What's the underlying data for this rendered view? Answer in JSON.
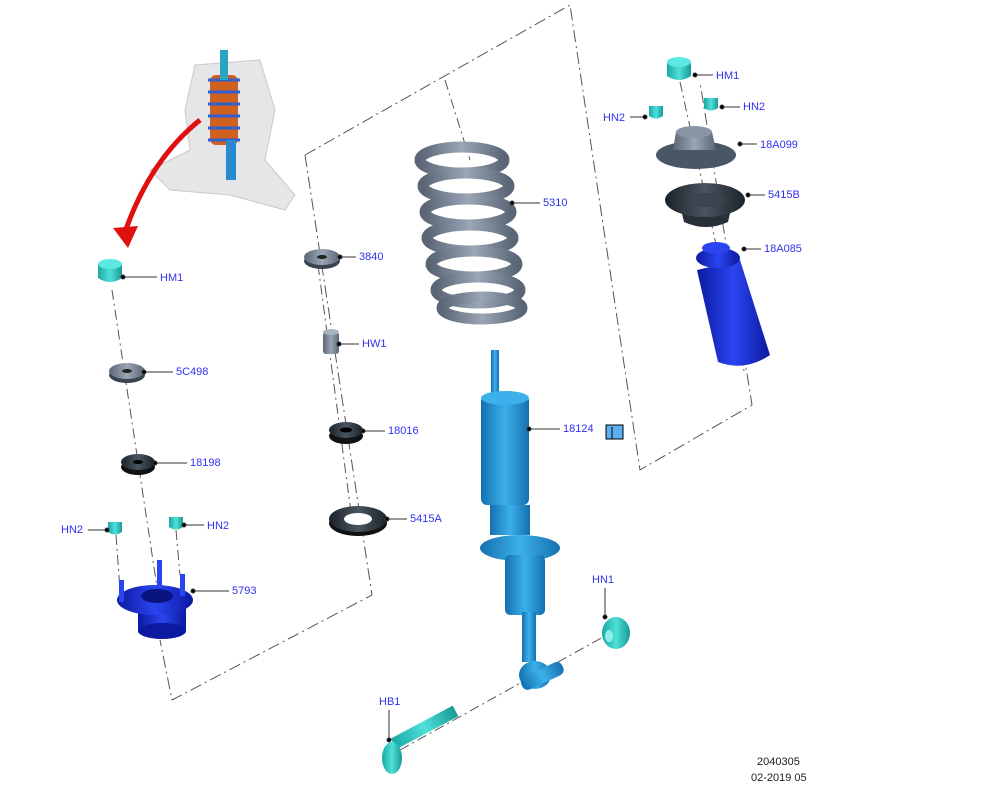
{
  "diagram": {
    "colors": {
      "label": "#3030f0",
      "teal": "#2fc4c0",
      "blue": "#1a2ed8",
      "shock": "#1e8fd0",
      "spring": "#8a8aa8",
      "dark": "#2a3038"
    },
    "callouts": {
      "hm1_left": "HM1",
      "c5c498": "5C498",
      "c18198": "18198",
      "hn2_left_a": "HN2",
      "hn2_left_b": "HN2",
      "c5793": "5793",
      "c3840": "3840",
      "hw1": "HW1",
      "c18016": "18016",
      "c5415a": "5415A",
      "c5310": "5310",
      "c18124": "18124",
      "hn1": "HN1",
      "hb1": "HB1",
      "hm1_right": "HM1",
      "hn2_right_a": "HN2",
      "hn2_right_b": "HN2",
      "c18a099": "18A099",
      "c5415b": "5415B",
      "c18a085": "18A085"
    },
    "footer": {
      "code": "2040305",
      "date": "02-2019 05"
    }
  }
}
